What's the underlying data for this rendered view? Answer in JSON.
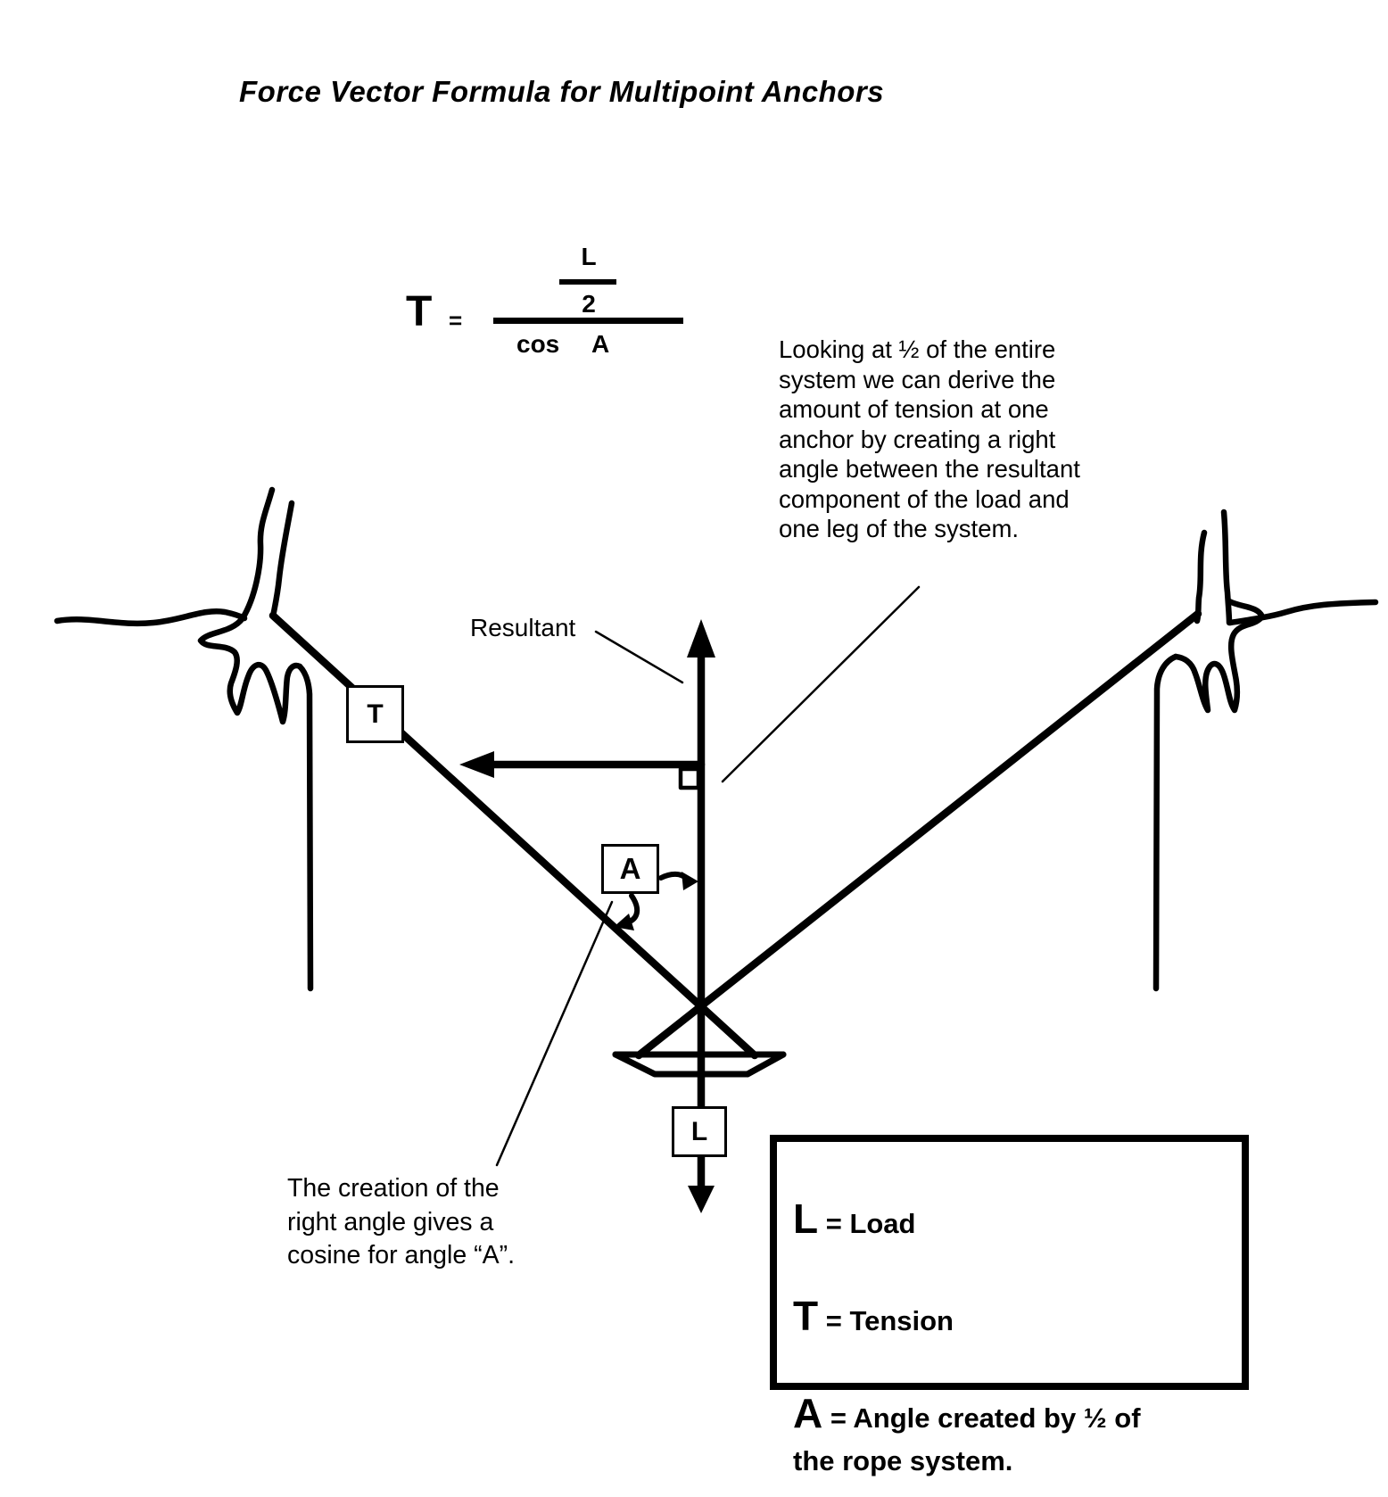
{
  "title": "Force Vector Formula for Multipoint Anchors",
  "formula": {
    "lhs": "T",
    "equals": "=",
    "numerator_top": "L",
    "numerator_bottom": "2",
    "denominator_cos": "cos",
    "denominator_angle": "A"
  },
  "paragraph": "Looking at ½ of the entire\nsystem we can derive the\namount of tension at one\nanchor by creating a right\nangle between the resultant\ncomponent of the load and\none leg of the system.",
  "diagram_labels": {
    "resultant": "Resultant",
    "tension_tag": "T",
    "angle_tag": "A",
    "load_tag": "L"
  },
  "note": "The creation of the\nright angle gives a\ncosine for angle “A”.",
  "legend": {
    "entries": [
      {
        "symbol": "L",
        "definition": " = Load"
      },
      {
        "symbol": "T",
        "definition": " = Tension"
      },
      {
        "symbol": "A",
        "definition": " = Angle created by ½ of\nthe rope system."
      }
    ]
  },
  "colors": {
    "ink": "#000000",
    "background": "#ffffff"
  }
}
